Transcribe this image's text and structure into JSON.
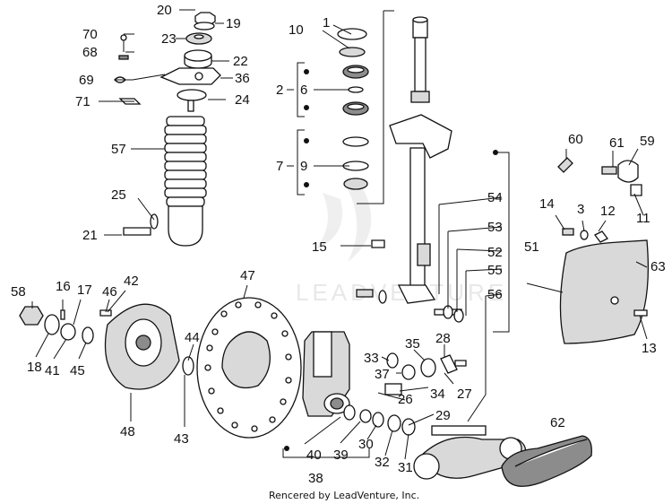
{
  "diagram": {
    "footer": "Rencered by LeadVenture, Inc.",
    "watermark": "LEADVENTURE",
    "callouts": [
      {
        "id": "c20",
        "text": "20"
      },
      {
        "id": "c19",
        "text": "19"
      },
      {
        "id": "c70",
        "text": "70"
      },
      {
        "id": "c23",
        "text": "23"
      },
      {
        "id": "c68",
        "text": "68"
      },
      {
        "id": "c22",
        "text": "22"
      },
      {
        "id": "c69",
        "text": "69"
      },
      {
        "id": "c36",
        "text": "36"
      },
      {
        "id": "c71",
        "text": "71"
      },
      {
        "id": "c24",
        "text": "24"
      },
      {
        "id": "c57",
        "text": "57"
      },
      {
        "id": "c25",
        "text": "25"
      },
      {
        "id": "c21",
        "text": "21"
      },
      {
        "id": "c1",
        "text": "1"
      },
      {
        "id": "c10",
        "text": "10"
      },
      {
        "id": "c2",
        "text": "2"
      },
      {
        "id": "c6",
        "text": "6"
      },
      {
        "id": "c7",
        "text": "7"
      },
      {
        "id": "c9",
        "text": "9"
      },
      {
        "id": "c15",
        "text": "15"
      },
      {
        "id": "c54",
        "text": "54"
      },
      {
        "id": "c53",
        "text": "53"
      },
      {
        "id": "c52",
        "text": "52"
      },
      {
        "id": "c51",
        "text": "51"
      },
      {
        "id": "c55",
        "text": "55"
      },
      {
        "id": "c56",
        "text": "56"
      },
      {
        "id": "c60",
        "text": "60"
      },
      {
        "id": "c61",
        "text": "61"
      },
      {
        "id": "c59",
        "text": "59"
      },
      {
        "id": "c14",
        "text": "14"
      },
      {
        "id": "c3",
        "text": "3"
      },
      {
        "id": "c12",
        "text": "12"
      },
      {
        "id": "c11",
        "text": "11"
      },
      {
        "id": "c63",
        "text": "63"
      },
      {
        "id": "c13",
        "text": "13"
      },
      {
        "id": "c58",
        "text": "58"
      },
      {
        "id": "c16",
        "text": "16"
      },
      {
        "id": "c17",
        "text": "17"
      },
      {
        "id": "c46",
        "text": "46"
      },
      {
        "id": "c42",
        "text": "42"
      },
      {
        "id": "c47",
        "text": "47"
      },
      {
        "id": "c18",
        "text": "18"
      },
      {
        "id": "c41",
        "text": "41"
      },
      {
        "id": "c45",
        "text": "45"
      },
      {
        "id": "c44",
        "text": "44"
      },
      {
        "id": "c48",
        "text": "48"
      },
      {
        "id": "c43",
        "text": "43"
      },
      {
        "id": "c33",
        "text": "33"
      },
      {
        "id": "c35",
        "text": "35"
      },
      {
        "id": "c28",
        "text": "28"
      },
      {
        "id": "c37",
        "text": "37"
      },
      {
        "id": "c27",
        "text": "27"
      },
      {
        "id": "c34",
        "text": "34"
      },
      {
        "id": "c26",
        "text": "26"
      },
      {
        "id": "c29",
        "text": "29"
      },
      {
        "id": "c40",
        "text": "40"
      },
      {
        "id": "c39",
        "text": "39"
      },
      {
        "id": "c30",
        "text": "30"
      },
      {
        "id": "c32",
        "text": "32"
      },
      {
        "id": "c31",
        "text": "31"
      },
      {
        "id": "c38",
        "text": "38"
      },
      {
        "id": "c62",
        "text": "62"
      }
    ]
  }
}
